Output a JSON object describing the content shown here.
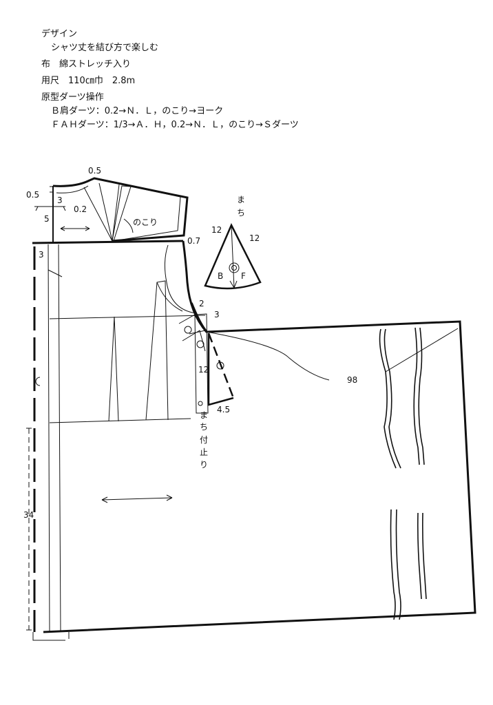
{
  "notes": {
    "design_label": "デザイン",
    "design_text": "シャツ丈を結び方で楽しむ",
    "fabric": "布　綿ストレッチ入り",
    "yardage": "用尺　110㎝巾　2.8m",
    "dart_heading": "原型ダーツ操作",
    "dart_b": "Ｂ肩ダーツ：0.2→Ｎ．Ｌ，のこり→ヨーク",
    "dart_f": "ＦＡＨダーツ：1/3→Ａ．Ｈ，0.2→Ｎ．Ｌ，のこり→Ｓダーツ"
  },
  "pattern": {
    "m_0_5_top": "0.5",
    "m_0_5_left": "0.5",
    "m_3_collar": "3",
    "m_5": "5",
    "m_0_2": "0.2",
    "nokori": "のこり",
    "m_0_7": "0.7",
    "m_3_left": "3",
    "m_2": "2",
    "m_3_arm": "3",
    "m_12_side": "12",
    "m_4_5": "4.5",
    "m_98": "98",
    "m_34": "34",
    "machi_stop": [
      "ま",
      "ち",
      "付",
      "止",
      "り"
    ]
  },
  "gusset": {
    "title": [
      "ま",
      "ち"
    ],
    "left_len": "12",
    "right_len": "12",
    "b": "B",
    "f": "F"
  }
}
